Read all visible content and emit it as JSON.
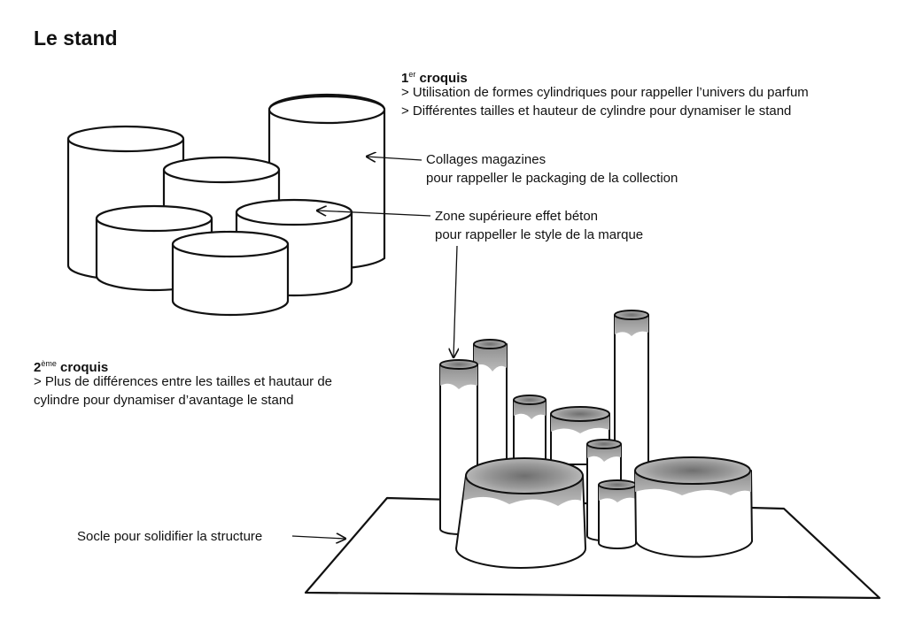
{
  "page": {
    "title": "Le stand"
  },
  "sketch1": {
    "heading_num": "1",
    "heading_sup": "er",
    "heading_word": "croquis",
    "bullets": [
      "> Utilisation de formes cylindriques pour rappeller l’univers du parfum",
      "> Différentes tailles et hauteur de cylindre pour dynamiser le stand"
    ]
  },
  "sketch2": {
    "heading_num": "2",
    "heading_sup": "ème",
    "heading_word": "croquis",
    "bullet_lines": [
      "> Plus de différences entre les tailles et hautaur de",
      "cylindre pour dynamiser d’avantage le stand"
    ]
  },
  "annotations": {
    "collages": [
      "Collages magazines",
      "pour rappeller le packaging de la collection"
    ],
    "zone": [
      "Zone supérieure effet béton",
      "pour rappeller le style de la marque"
    ],
    "socle": "Socle pour solidifier la structure"
  },
  "colors": {
    "ink": "#111111",
    "paper": "#ffffff",
    "concrete": "#8a8a8a"
  }
}
